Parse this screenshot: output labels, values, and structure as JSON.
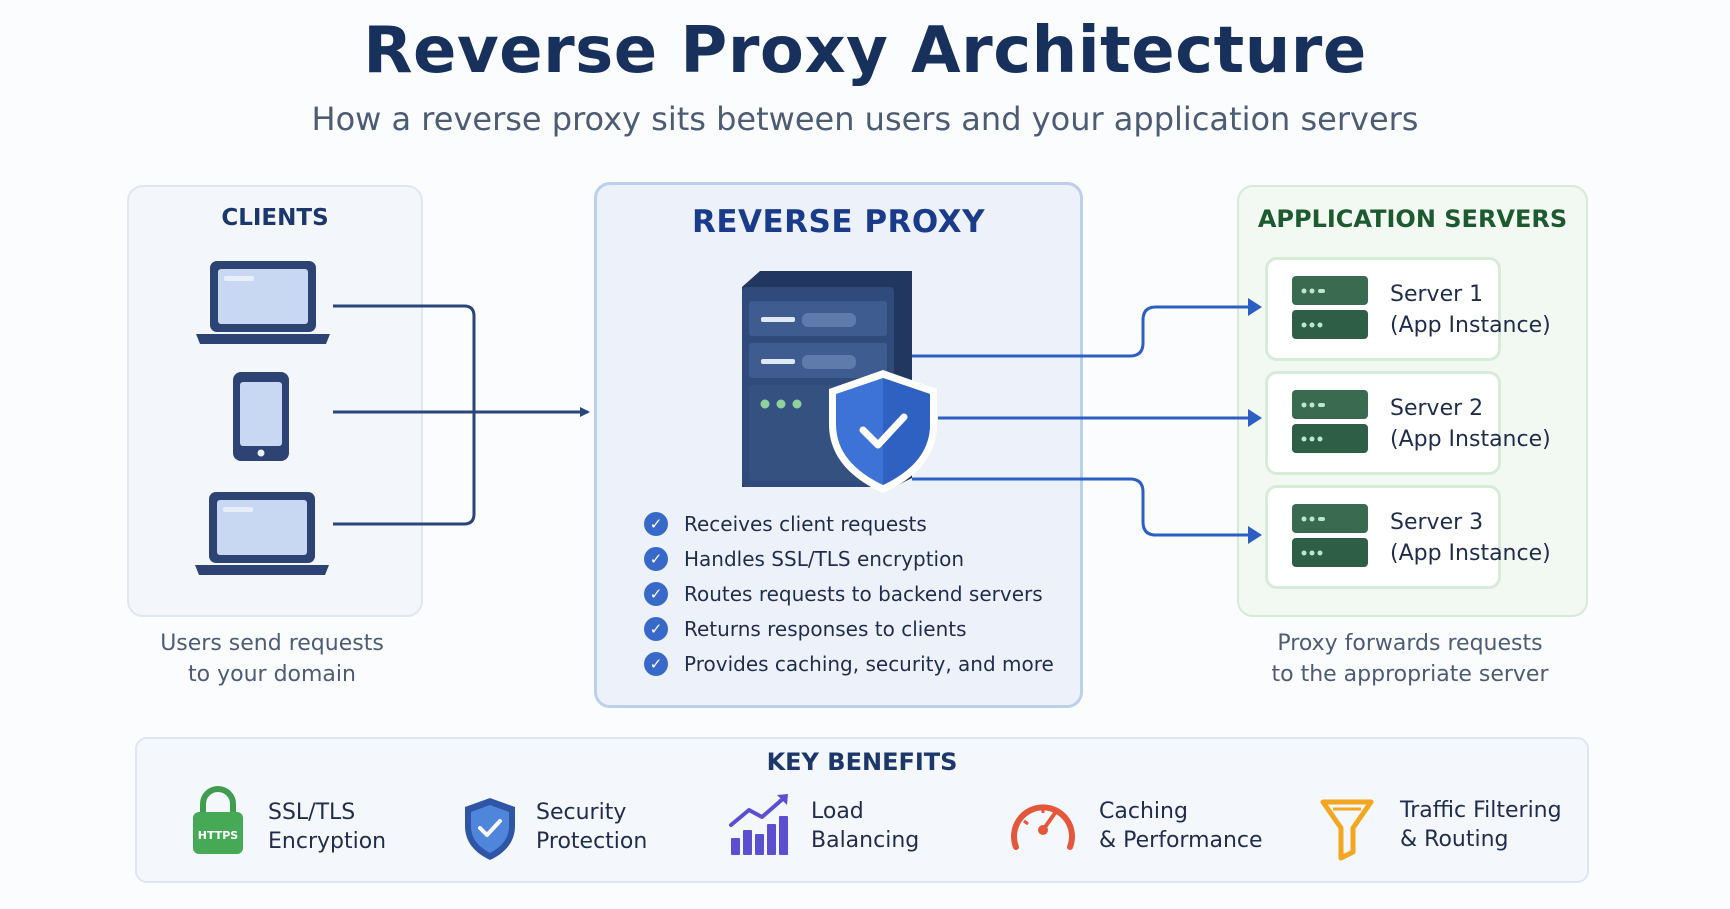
{
  "title": "Reverse Proxy Architecture",
  "subtitle": "How a reverse proxy sits between users and your application servers",
  "clients": {
    "title": "CLIENTS",
    "devices": [
      "laptop-icon",
      "phone-icon",
      "laptop-icon"
    ],
    "caption_line1": "Users send requests",
    "caption_line2": "to your domain"
  },
  "proxy": {
    "title": "REVERSE PROXY",
    "features": [
      "Receives client requests",
      "Handles SSL/TLS encryption",
      "Routes requests to backend servers",
      "Returns responses to clients",
      "Provides caching, security, and more"
    ]
  },
  "servers": {
    "title": "APPLICATION SERVERS",
    "items": [
      {
        "name": "Server 1",
        "role": "(App Instance)"
      },
      {
        "name": "Server 2",
        "role": "(App Instance)"
      },
      {
        "name": "Server 3",
        "role": "(App Instance)"
      }
    ],
    "caption_line1": "Proxy forwards requests",
    "caption_line2": "to the appropriate server"
  },
  "benefits": {
    "title": "KEY BENEFITS",
    "items": [
      {
        "line1": "SSL/TLS",
        "line2": "Encryption",
        "icon": "https-lock-icon",
        "badge": "HTTPS"
      },
      {
        "line1": "Security",
        "line2": "Protection",
        "icon": "shield-check-icon"
      },
      {
        "line1": "Load",
        "line2": "Balancing",
        "icon": "bar-chart-icon"
      },
      {
        "line1": "Caching",
        "line2": "& Performance",
        "icon": "speedometer-icon"
      },
      {
        "line1": "Traffic Filtering",
        "line2": "& Routing",
        "icon": "funnel-icon"
      }
    ]
  },
  "colors": {
    "title": "#17305c",
    "proxy_accent": "#3869c9",
    "server_green": "#2e5e45",
    "arrow_dark": "#2a4578",
    "arrow_blue": "#2d5ec4"
  }
}
